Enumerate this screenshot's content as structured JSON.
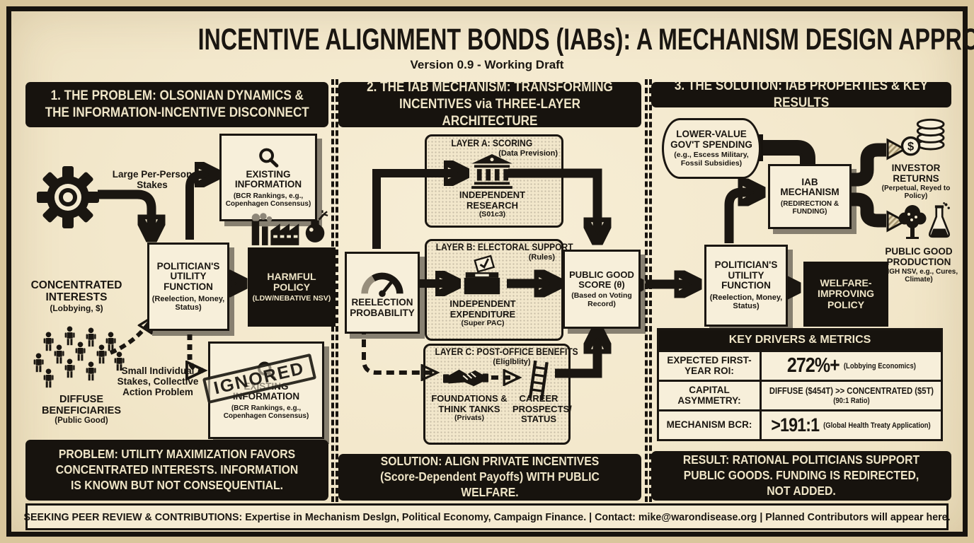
{
  "colors": {
    "paper": "#f4ead0",
    "ink": "#1a1611",
    "bar_bg": "#17130e",
    "bar_text": "#efe5c7"
  },
  "title": "INCENTIVE ALIGNMENT BONDS (IABs): A MECHANISM DESIGN APPROACH TO POLITICAL ECONOMY",
  "subtitle": "Version 0.9 - Working Draft",
  "footer_bar": {
    "lead": "SEEKING PEER REVIEW & CONTRIBUTIONS:",
    "rest": " Expertise in Mechanism Deslgn, Political Economy, Campaign Finance. | Contact: mike@warondisease.org | Planned Contributors will appear here."
  },
  "panel1": {
    "header_line1": "1. THE PROBLEM: OLSONIAN DYNAMICS &",
    "header_line2": "THE INFORMATION-INCENTIVE DISCONNECT",
    "footer": "PROBLEM: UTILITY MAXIMIZATION FAVORS CONCENTRATED INTERESTS. INFORMATION IS KNOWN BUT NOT CONSEQUENTIAL.",
    "concentrated_label": "CONCENTRATED INTERESTS",
    "concentrated_sub": "(Lobbying, $)",
    "large_stakes": "Large Per-Person Stakes",
    "politician_label": "POLITICIAN'S UTILITY FUNCTION",
    "politician_sub": "(Reelection, Money, Status)",
    "existing_label": "EXISTING INFORMATION",
    "existing_sub": "(BCR Rankings, e.g., Copenhagen Consensus)",
    "harmful_label": "HARMFUL POLICY",
    "harmful_sub": "(LDW/NEBATIVE NSV)",
    "diffuse_label": "DIFFUSE BENEFICIARIES",
    "diffuse_sub": "(Public Good)",
    "small_stakes": "Small Individual Stakes, Collective Action Problem",
    "ignored_label": "EXISTING INFORMATION",
    "ignored_sub": "(BCR Rankings, e.g., Copenhagen Consensus)",
    "ignored_stamp": "IGNORED"
  },
  "panel2": {
    "header_line1": "2. THE IAB MECHANISM: TRANSFORMING",
    "header_line2": "INCENTIVES via THREE-LAYER ARCHITECTURE",
    "footer": "SOLUTION: ALIGN PRIVATE INCENTIVES (Score-Dependent Payoffs) WITH PUBLIC WELFARE.",
    "reelection_label": "REELECTION PROBABILITY",
    "layerA_title": "LAYER A: SCORING",
    "layerA_sub": "(Data Prevision)",
    "layerA_node": "INDEPENDENT RESEARCH",
    "layerA_node_sub": "(S01c3)",
    "layerB_title": "LAYER B: ELECTORAL SUPPORT",
    "layerB_sub": "(Rules)",
    "layerB_node": "INDEPENDENT EXPENDITURE",
    "layerB_node_sub": "(Super PAC)",
    "layerC_title": "LAYER C: POST-OFFICE BENEFITS",
    "layerC_sub": "(Eliglblity)",
    "layerC_node1": "FOUNDATIONS & THINK TANKS",
    "layerC_node1_sub": "(Privats)",
    "layerC_node2": "CAREER PROSPECTS/ STATUS",
    "score_label": "PUBLIC GOOD SCORE (θ)",
    "score_sub": "(Based on Voting Record)"
  },
  "panel3": {
    "header": "3. THE SOLUTION: IAB PROPERTIES & KEY RESULTS",
    "footer": "RESULT: RATIONAL POLITICIANS SUPPORT PUBLIC GOODS. FUNDING IS REDIRECTED, NOT ADDED.",
    "spending_label": "LOWER-VALUE GOV'T SPENDING",
    "spending_sub": "(e.g., Escess Military, Fossil Subsidies)",
    "iab_label": "IAB MECHANISM",
    "iab_sub": "(REDIRECTION & FUNDING)",
    "investor_label": "INVESTOR RETURNS",
    "investor_sub": "(Perpetual, Reyed to Policy)",
    "pgp_label": "PUBLIC GOOD PRODUCTION",
    "pgp_sub": "(HIGH NSV, e.g., Cures, Climate)",
    "politician_label": "POLITICIAN'S UTILITY FUNCTION",
    "politician_sub": "(Reelection, Money, Status)",
    "welfare_label": "WELFARE-IMPROVING POLICY",
    "table": {
      "header": "KEY DRIVERS & METRICS",
      "rows": [
        {
          "label": "EXPECTED FIRST-YEAR ROI:",
          "big": "272%+",
          "note": "(Lobbying Economics)"
        },
        {
          "label": "CAPITAL ASYMMETRY:",
          "value": "DIFFUSE ($454T) >> CONCENTRATED ($5T)",
          "line2": "(90:1 Ratio)"
        },
        {
          "label": "MECHANISM BCR:",
          "big": ">191:1",
          "note": "(Global Health Treaty Application)"
        }
      ]
    }
  }
}
